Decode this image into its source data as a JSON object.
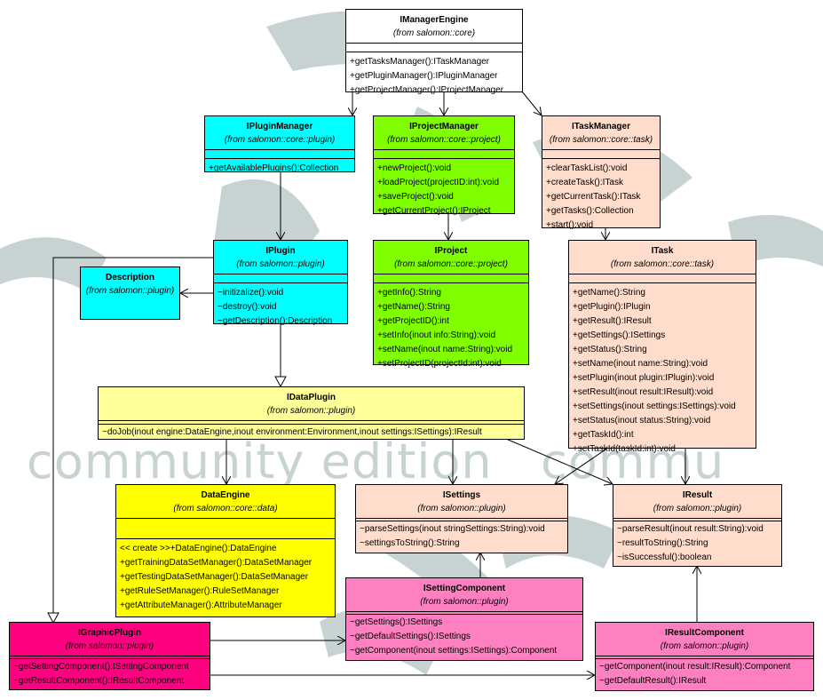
{
  "watermark": "community edition   commu",
  "colors": {
    "white": "#ffffff",
    "cyan": "#00ffff",
    "green": "#80ff00",
    "salmon": "#ffdccc",
    "light_yellow": "#ffff99",
    "yellow": "#ffff00",
    "pink": "#ff80c0",
    "magenta": "#ff0080"
  },
  "classes": {
    "IManagerEngine": {
      "name": "IManagerEngine",
      "package": "(from salomon::core)",
      "operations": [
        "+getTasksManager():ITaskManager",
        "+getPluginManager():IPluginManager",
        "+getProjectManager():IProjectManager"
      ]
    },
    "IPluginManager": {
      "name": "IPluginManager",
      "package": "(from salomon::core::plugin)",
      "operations": [
        "+getAvailablePlugins():Collection"
      ]
    },
    "IProjectManager": {
      "name": "IProjectManager",
      "package": "(from salomon::core::project)",
      "operations": [
        "+newProject():void",
        "+loadProject(projectID:int):void",
        "+saveProject():void",
        "+getCurrentProject():IProject"
      ]
    },
    "ITaskManager": {
      "name": "ITaskManager",
      "package": "(from salomon::core::task)",
      "operations": [
        "+clearTaskList():void",
        "+createTask():ITask",
        "+getCurrentTask():ITask",
        "+getTasks():Collection",
        "+start():void"
      ]
    },
    "IPlugin": {
      "name": "IPlugin",
      "package": "(from salomon::plugin)",
      "operations": [
        "~initizalize():void",
        "~destroy():void",
        "~getDescription():Description"
      ]
    },
    "Description": {
      "name": "Description",
      "package": "(from salomon::plugin)",
      "operations": []
    },
    "IProject": {
      "name": "IProject",
      "package": "(from salomon::core::project)",
      "operations": [
        "+getInfo():String",
        "+getName():String",
        "+getProjectID():int",
        "+setInfo(inout info:String):void",
        "+setName(inout name:String):void",
        "+setProjectID(projectId:int):void"
      ]
    },
    "ITask": {
      "name": "ITask",
      "package": "(from salomon::core::task)",
      "operations": [
        "+getName():String",
        "+getPlugin():IPlugin",
        "+getResult():IResult",
        "+getSettings():ISettings",
        "+getStatus():String",
        "+setName(inout name:String):void",
        "+setPlugin(inout plugin:IPlugin):void",
        "+setResult(inout result:IResult):void",
        "+setSettings(inout settings:ISettings):void",
        "+setStatus(inout status:String):void",
        "+getTaskId():int",
        "+setTaskId(taskId:int):void"
      ]
    },
    "IDataPlugin": {
      "name": "IDataPlugin",
      "package": "(from salomon::plugin)",
      "operations": [
        "~doJob(inout engine:DataEngine,inout environment:Environment,inout settings:ISettings):IResult"
      ]
    },
    "DataEngine": {
      "name": "DataEngine",
      "package": "(from salomon::core::data)",
      "operations": [
        "<< create >>+DataEngine():DataEngine",
        "+getTrainingDataSetManager():DataSetManager",
        "+getTestingDataSetManager():DataSetManager",
        "+getRuleSetManager():RuleSetManager",
        "+getAttributeManager():AttributeManager"
      ]
    },
    "ISettings": {
      "name": "ISettings",
      "package": "(from salomon::plugin)",
      "operations": [
        "~parseSettings(inout stringSettings:String):void",
        "~settingsToString():String"
      ]
    },
    "IResult": {
      "name": "IResult",
      "package": "(from salomon::plugin)",
      "operations": [
        "~parseResult(inout result:String):void",
        "~resultToString():String",
        "~isSuccessful():boolean"
      ]
    },
    "ISettingComponent": {
      "name": "ISettingComponent",
      "package": "(from salomon::plugin)",
      "operations": [
        "~getSettings():ISettings",
        "~getDefaultSettings():ISettings",
        "~getComponent(inout settings:ISettings):Component"
      ]
    },
    "IGraphicPlugin": {
      "name": "IGraphicPlugin",
      "package": "(from salomon::plugin)",
      "operations": [
        "~getSettingComponent():ISettingComponent",
        "~getResultComponent():IResultComponent"
      ]
    },
    "IResultComponent": {
      "name": "IResultComponent",
      "package": "(from salomon::plugin)",
      "operations": [
        "~getComponent(inout result:IResult):Component",
        "~getDefaultResult():IResult"
      ]
    }
  }
}
